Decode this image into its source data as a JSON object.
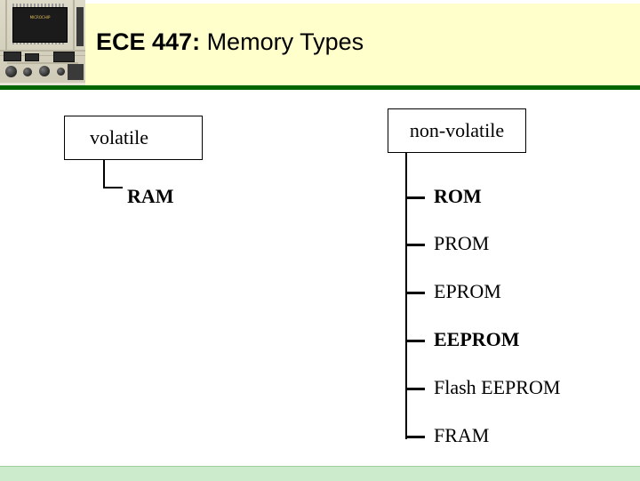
{
  "slide": {
    "title_bold": "ECE 447:",
    "title_rest": " Memory Types",
    "image_alt": "circuit-board-photo",
    "chip_text": "MICROCHIP"
  },
  "diagram": {
    "volatile": {
      "label": "volatile",
      "children": [
        {
          "label": "RAM",
          "bold": true
        }
      ]
    },
    "nonvolatile": {
      "label": "non-volatile",
      "children": [
        {
          "label": "ROM",
          "bold": true
        },
        {
          "label": "PROM",
          "bold": false
        },
        {
          "label": "EPROM",
          "bold": false
        },
        {
          "label": "EEPROM",
          "bold": true
        },
        {
          "label": "Flash EEPROM",
          "bold": false
        },
        {
          "label": "FRAM",
          "bold": false
        }
      ]
    }
  },
  "colors": {
    "header_band": "#ffffcc",
    "header_rule": "#006600",
    "footer_band": "#ccebcc",
    "text": "#000000"
  }
}
